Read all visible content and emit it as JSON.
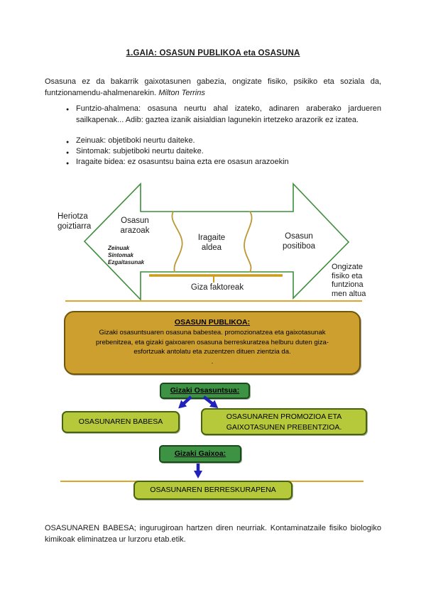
{
  "colors": {
    "diagram_green": "#3C8E3C",
    "gold": "#DDA62A",
    "gold_wave": "#BC9732",
    "gold_bar": "#CC9C1C",
    "gold_box_fill": "#CD9F2F",
    "gold_box_border": "#6E570A",
    "dark_green_fill": "#3E9244",
    "dark_green_border": "#1A4A1A",
    "light_green_fill": "#B5C93B",
    "light_green_border": "#47630F",
    "arrow_blue": "#2121BC"
  },
  "doc": {
    "title": "1.GAIA: OSASUN PUBLIKOA eta OSASUNA",
    "intro_text": "Osasuna ez da bakarrik gaixotasunen gabezia, ongizate fisiko, psikiko eta soziala da, funtzionamendu-ahalmenarekin.",
    "intro_author": "Milton Terrins",
    "bullet_glyph": "●",
    "bullets": [
      "Funtzio-ahalmena: osasuna neurtu ahal izateko, adinaren araberako jardueren sailkapenak... Adib: gaztea izanik aisialdian lagunekin irtetzeko arazorik ez izatea.",
      "Zeinuak: objetiboki neurtu daiteke.",
      "Sintomak: subjetiboki neurtu daiteke.",
      "Iragaite bidea: ez osasuntsu baina ezta ere osasun arazoekin"
    ],
    "closing": "OSASUNAREN BABESA; ingurugiroan hartzen diren neurriak. Kontaminatzaile fisiko biologiko kimikoak eliminatzea ur lurzoru etab.etik."
  },
  "diagram": {
    "death_label": "Heriotza\ngoiztiarra",
    "health_problems_label": "Osasun\narazoak",
    "signs_label": "Zeinuak\nSintomak\nEzgaitasunak",
    "transition_label": "Iragaite\naldea",
    "positive_health_label": "Osasun\npositiboa",
    "wellbeing_label": "Ongizate\nfisiko eta\nfuntziona\nmen altua",
    "factors_label": "Giza faktoreak"
  },
  "public_health_box": {
    "title": "OSASUN PUBLIKOA:",
    "body": "Gizaki osasuntsuaren osasuna babestea. promozionatzea eta gaixotasunak prebenitzea, eta gizaki gaixoaren osasuna berreskuratzea helburu duten giza-esfortzuak antolatu eta zuzentzen dituen zientzia da.",
    "footnote": "."
  },
  "flow": {
    "healthy_person": "Gizaki Osasuntsua:",
    "protection": "OSASUNAREN BABESA",
    "promotion": "OSASUNAREN PROMOZIOA ETA\nGAIXOTASUNEN PREBENTZIOA.",
    "sick_person": "Gizaki Gaixoa:",
    "recovery": "OSASUNAREN BERRESKURAPENA"
  }
}
